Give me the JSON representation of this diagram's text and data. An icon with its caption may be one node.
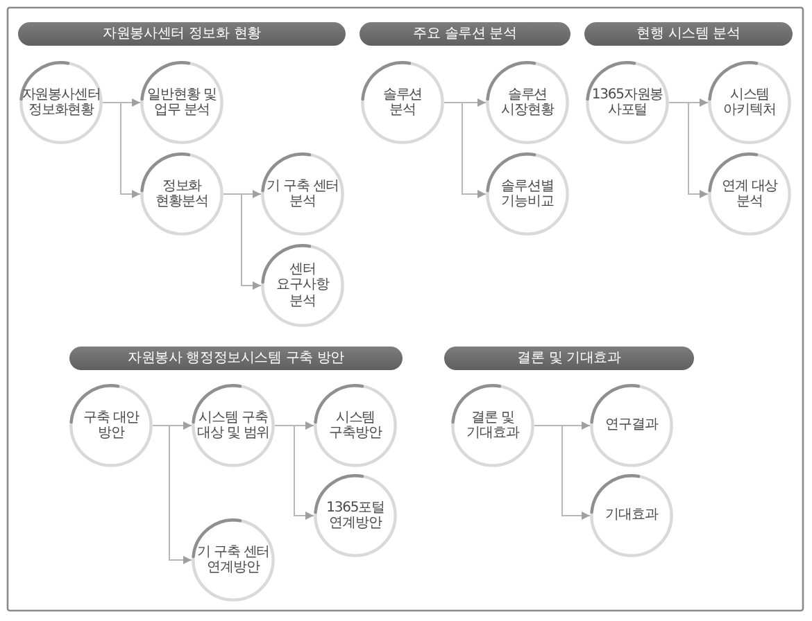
{
  "diagram": {
    "nodes": [
      {
        "text": [
          "자원봉사센터 정보화 현황"
        ]
      },
      {
        "text": [
          "자원봉사센터 정보화현황"
        ]
      },
      {
        "text": [
          "일반현황 및 업무 분석"
        ]
      },
      {
        "text": [
          "정보화 현황분석"
        ]
      },
      {
        "text": [
          "기 구축 센터 분석"
        ]
      },
      {
        "text": [
          "센터 요구사항 분석"
        ]
      },
      {
        "text": [
          "주요 솔루션 분석"
        ]
      },
      {
        "text": [
          "솔루션 분석"
        ]
      },
      {
        "text": [
          "솔루션 시장현황"
        ]
      },
      {
        "text": [
          "솔루션별 기능비교"
        ]
      },
      {
        "text": [
          "현행 시스템 분석"
        ]
      },
      {
        "text": [
          "1365자원봉사포털"
        ]
      },
      {
        "text": [
          "시스템 아키텍처"
        ]
      },
      {
        "text": [
          "연계 대상 분석"
        ]
      },
      {
        "text": [
          "자원봉사 행정정보시스템 구축 방안"
        ]
      },
      {
        "text": [
          "구축 대안 방안"
        ]
      },
      {
        "text": [
          "시스템 구축 대상 및 범위"
        ]
      },
      {
        "text": [
          "시스템 구축방안"
        ]
      },
      {
        "text": [
          "1365포털 연계방안"
        ]
      },
      {
        "text": [
          "기 구축 센터 연계방안"
        ]
      },
      {
        "text": [
          "결론 및 기대효과"
        ]
      },
      {
        "text": [
          "결론 및 기대효과"
        ]
      },
      {
        "text": [
          "연구결과"
        ]
      },
      {
        "text": [
          "기대효과"
        ]
      }
    ],
    "edges": [
      {
        "from": 1,
        "to": 2,
        "arrow": "to"
      },
      {
        "from": 1,
        "to": 3,
        "arrow": "to"
      },
      {
        "from": 3,
        "to": 4,
        "arrow": "to"
      },
      {
        "from": 3,
        "to": 5,
        "arrow": "to"
      },
      {
        "from": 7,
        "to": 8,
        "arrow": "to"
      },
      {
        "from": 7,
        "to": 9,
        "arrow": "to"
      },
      {
        "from": 11,
        "to": 12,
        "arrow": "to"
      },
      {
        "from": 11,
        "to": 13,
        "arrow": "to"
      },
      {
        "from": 15,
        "to": 16,
        "arrow": "to"
      },
      {
        "from": 15,
        "to": 19,
        "arrow": "to"
      },
      {
        "from": 16,
        "to": 17,
        "arrow": "to"
      },
      {
        "from": 16,
        "to": 18,
        "arrow": "to"
      },
      {
        "from": 21,
        "to": 22,
        "arrow": "to"
      },
      {
        "from": 21,
        "to": 23,
        "arrow": "to"
      }
    ]
  }
}
